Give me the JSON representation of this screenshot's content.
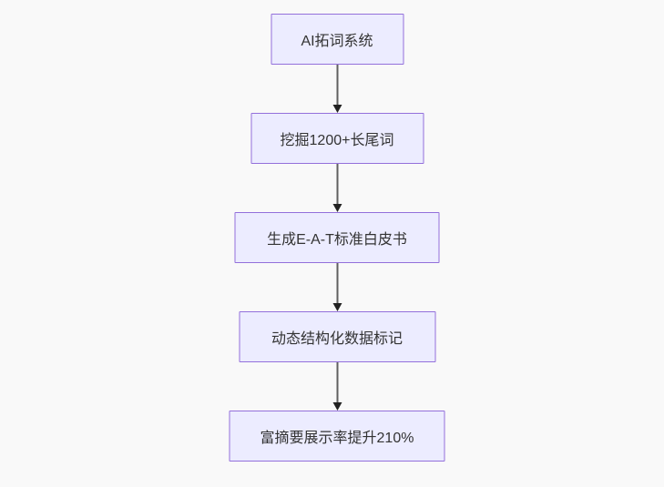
{
  "diagram": {
    "type": "flowchart",
    "direction": "top-down",
    "nodes": [
      {
        "id": "A",
        "label": "AI拓词系统"
      },
      {
        "id": "B",
        "label": "挖掘1200+长尾词"
      },
      {
        "id": "C",
        "label": "生成E-A-T标准白皮书"
      },
      {
        "id": "D",
        "label": "动态结构化数据标记"
      },
      {
        "id": "E",
        "label": "富摘要展示率提升210%"
      }
    ],
    "edges": [
      {
        "from": "A",
        "to": "B",
        "style": "arrow-down"
      },
      {
        "from": "B",
        "to": "C",
        "style": "arrow-down"
      },
      {
        "from": "C",
        "to": "D",
        "style": "arrow-down"
      },
      {
        "from": "D",
        "to": "E",
        "style": "arrow-down"
      }
    ],
    "colors": {
      "background": "#f9f9f9",
      "node_fill": "#ECECFF",
      "node_border": "#9370DB",
      "text": "#333333",
      "edge_line": "#606060",
      "arrowhead": "#222222"
    }
  }
}
